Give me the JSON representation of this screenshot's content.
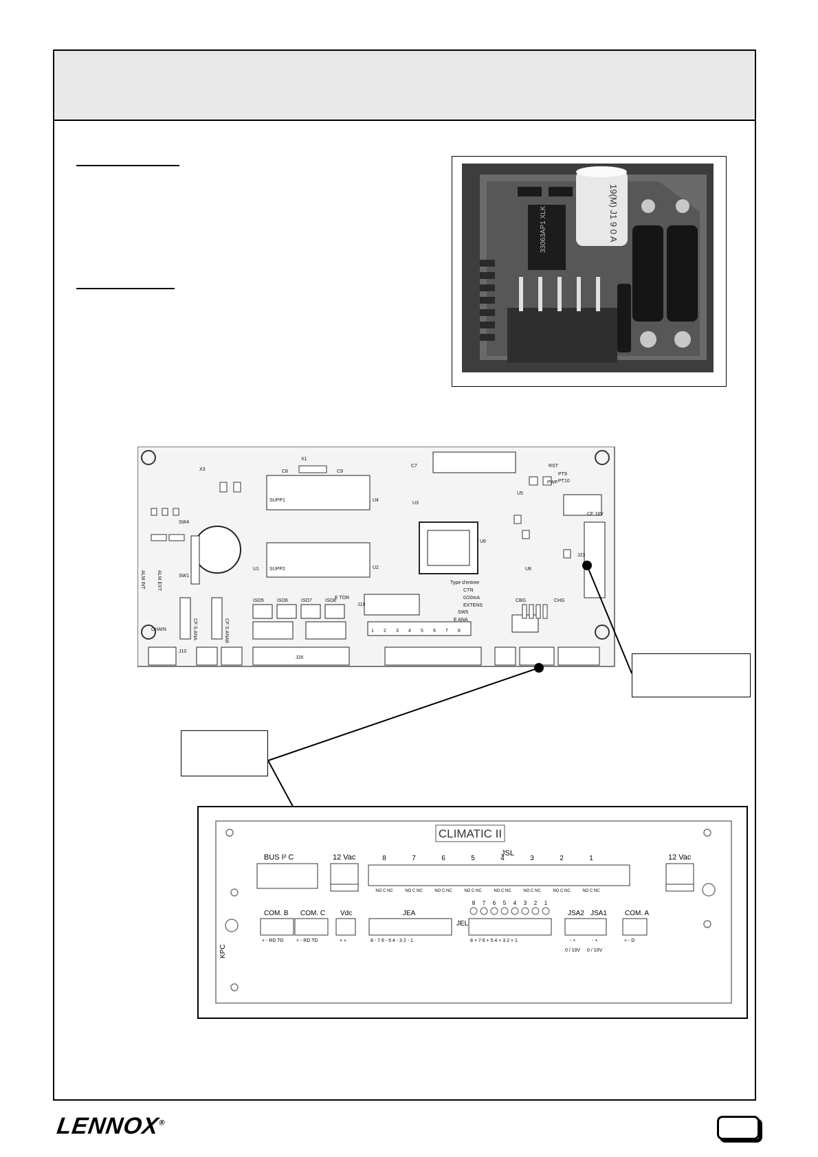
{
  "main_board": {
    "labels": {
      "x1": "X1",
      "x3": "X3",
      "c8": "C8",
      "c9": "C9",
      "c7": "C7",
      "u1": "U1",
      "u2": "U2",
      "u3": "U3",
      "u4": "U4",
      "u5": "U5",
      "u6": "U6",
      "u8": "U8",
      "supp1": "SUPP1",
      "supp2": "SUPP2",
      "rst": "RST",
      "pt9": "PT9",
      "pt10": "PT10",
      "pwf": "PWF",
      "cf_18v": "CF 18V",
      "alm_int": "ALM INT",
      "alm_ext": "ALM EXT",
      "sw1": "SW1",
      "sw4": "SW4",
      "type_entree": "Type d'entree",
      "ctn": "CTN",
      "ma": "0/20mA",
      "extens": "EXTENS",
      "sw5": "SW5",
      "e_tor": "E TOR",
      "e_ana": "E ANA",
      "cbg": "CBG",
      "chg": "CHG",
      "iso5": "ISO5",
      "iso6": "ISO6",
      "iso7": "ISO7",
      "iso8": "ISO8",
      "cf_s_ana": "CF S ANA",
      "cf_s_ana8": "CF S ANA8",
      "chain": "CHAIN",
      "j26": "J26",
      "j23": "J23",
      "j19": "J19",
      "j10": "J10"
    },
    "bottom_numbers": [
      "1",
      "2",
      "3",
      "4",
      "5",
      "6",
      "7",
      "8"
    ]
  },
  "terminal_board": {
    "title": "CLIMATIC II",
    "bus": "BUS I² C",
    "vac12_left": "12 Vac",
    "vac12_right": "12 Vac",
    "jsl": "JSL",
    "relay_numbers": [
      "8",
      "7",
      "6",
      "5",
      "4",
      "3",
      "2",
      "1"
    ],
    "relay_contacts": "NO C NC",
    "com_b": "COM. B",
    "com_c": "COM. C",
    "vdc": "Vdc",
    "jea": "JEA",
    "jel": "JEL",
    "jsa2": "JSA2",
    "jsa1": "JSA1",
    "com_a": "COM. A",
    "side_label": "KPC",
    "led_numbers": [
      "8",
      "7",
      "6",
      "5",
      "4",
      "3",
      "2",
      "1"
    ],
    "pin_com_b": "+ - RD TD",
    "pin_com_c": "+ - RD TD",
    "pin_vdc": "+ +",
    "pin_jea": "8 - 7 6 - 5 4 - 3 2 - 1",
    "pin_jel": "8 + 7 6 + 5 4 + 3 2 + 1",
    "pin_jsa2": "- +",
    "pin_jsa1": "- +",
    "range_jsa2": "0 / 10V",
    "range_jsa1": "0 / 10V",
    "pin_com_a": "+ - D"
  },
  "footer": {
    "brand": "LENNOX",
    "reg_mark": "®"
  }
}
